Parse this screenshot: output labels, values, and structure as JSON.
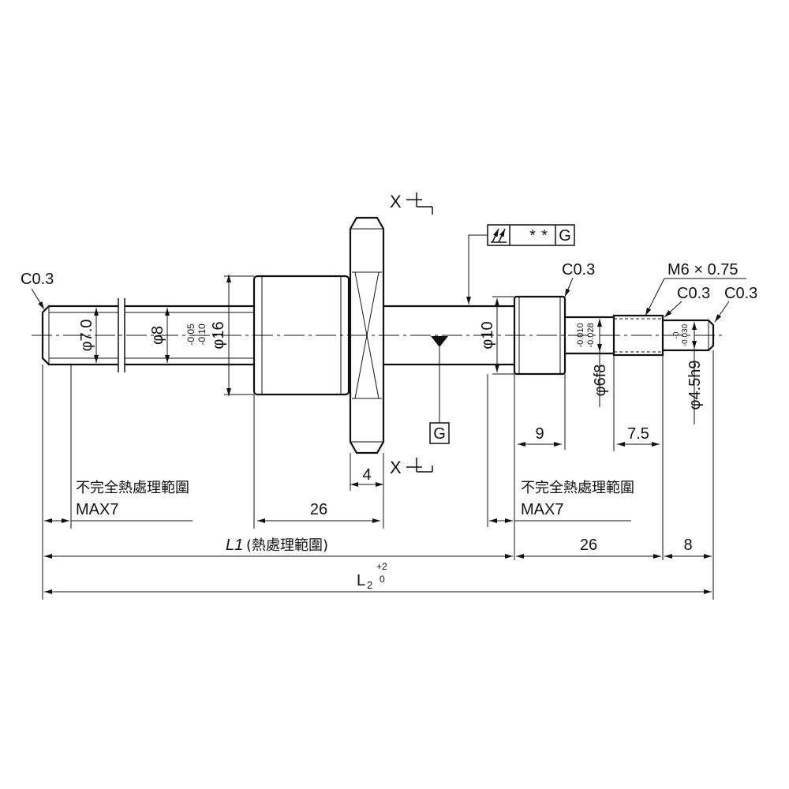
{
  "labels": {
    "c03_left": "C0.3",
    "c03_mid": "C0.3",
    "c03_r1": "C0.3",
    "c03_r2": "C0.3",
    "thread": "M6 × 0.75",
    "section_x": "X",
    "dia_70": "φ7.0",
    "dia_8": "φ8",
    "dia_16": "φ16",
    "tol_16_upper": "-0.05",
    "tol_16_lower": "-0.10",
    "dia_10": "φ10",
    "dia_6f8": "φ6f8",
    "tol_6_upper": "-0.010",
    "tol_6_lower": "-0.028",
    "dia_45h9": "φ4.5h9",
    "tol_45_upper": "-0",
    "tol_45_lower": "-0.030",
    "datum": "G",
    "fcf_tol1": "*",
    "fcf_tol2": "*",
    "fcf_datum": "G",
    "dim_4": "4",
    "dim_26_flange": "26",
    "dim_9": "9",
    "dim_75": "7.5",
    "dim_26_right": "26",
    "dim_8": "8",
    "note_left_1": "不完全熱處理範圍",
    "note_left_2": "MAX7",
    "note_right_1": "不完全熱處理範圍",
    "note_right_2": "MAX7",
    "l1_italic": "L1",
    "l1_suffix": "(熱處理範圍)",
    "l2_main": "L",
    "l2_sub": "2",
    "l2_tol_upper": "+2",
    "l2_tol_lower": "0"
  },
  "icons": {
    "runout": "total-runout-icon",
    "datum_triangle": "datum-triangle-icon"
  }
}
